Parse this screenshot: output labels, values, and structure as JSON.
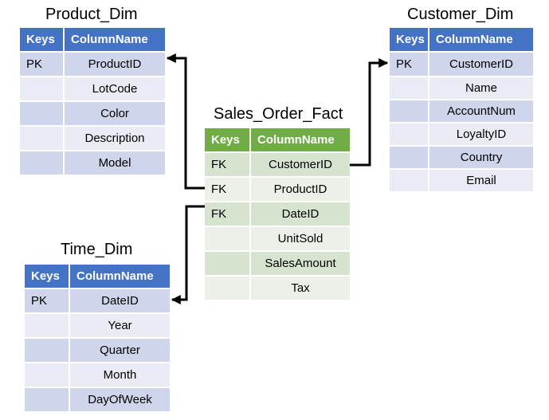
{
  "tables": {
    "product_dim": {
      "title": "Product_Dim",
      "headers": {
        "keys": "Keys",
        "column": "ColumnName"
      },
      "rows": [
        {
          "key": "PK",
          "column": "ProductID"
        },
        {
          "key": "",
          "column": "LotCode"
        },
        {
          "key": "",
          "column": "Color"
        },
        {
          "key": "",
          "column": "Description"
        },
        {
          "key": "",
          "column": "Model"
        }
      ]
    },
    "customer_dim": {
      "title": "Customer_Dim",
      "headers": {
        "keys": "Keys",
        "column": "ColumnName"
      },
      "rows": [
        {
          "key": "PK",
          "column": "CustomerID"
        },
        {
          "key": "",
          "column": "Name"
        },
        {
          "key": "",
          "column": "AccountNum"
        },
        {
          "key": "",
          "column": "LoyaltyID"
        },
        {
          "key": "",
          "column": "Country"
        },
        {
          "key": "",
          "column": "Email"
        }
      ]
    },
    "sales_order_fact": {
      "title": "Sales_Order_Fact",
      "headers": {
        "keys": "Keys",
        "column": "ColumnName"
      },
      "rows": [
        {
          "key": "FK",
          "column": "CustomerID"
        },
        {
          "key": "FK",
          "column": "ProductID"
        },
        {
          "key": "FK",
          "column": "DateID"
        },
        {
          "key": "",
          "column": "UnitSold"
        },
        {
          "key": "",
          "column": "SalesAmount"
        },
        {
          "key": "",
          "column": "Tax"
        }
      ]
    },
    "time_dim": {
      "title": "Time_Dim",
      "headers": {
        "keys": "Keys",
        "column": "ColumnName"
      },
      "rows": [
        {
          "key": "PK",
          "column": "DateID"
        },
        {
          "key": "",
          "column": "Year"
        },
        {
          "key": "",
          "column": "Quarter"
        },
        {
          "key": "",
          "column": "Month"
        },
        {
          "key": "",
          "column": "DayOfWeek"
        }
      ]
    }
  },
  "colors": {
    "dim_header": "#4472c4",
    "fact_header": "#70ad47",
    "connector": "#000000"
  }
}
